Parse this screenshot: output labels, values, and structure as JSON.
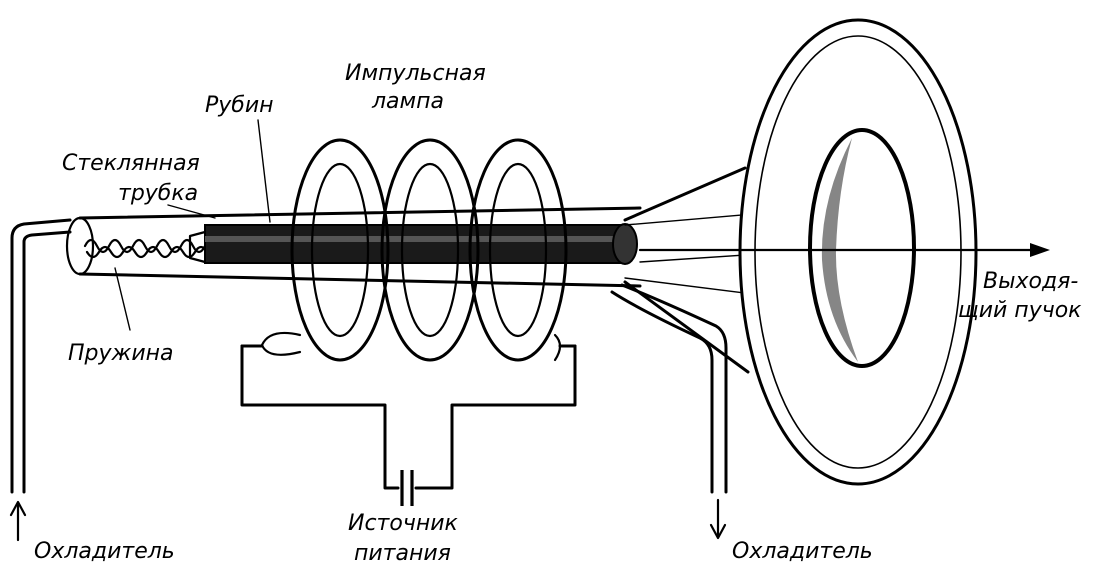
{
  "labels": {
    "glass_tube": [
      "Стеклянная",
      "трубка"
    ],
    "ruby": "Рубин",
    "flash_lamp": [
      "Импульсная",
      "лампа"
    ],
    "spring": "Пружина",
    "output_beam": [
      "Выходя-",
      "щий пучок"
    ],
    "power_source": [
      "Источник",
      "питания"
    ],
    "coolant_left": "Охладитель",
    "coolant_right": "Охладитель"
  },
  "colors": {
    "ink": "#000000",
    "paper": "#ffffff"
  }
}
